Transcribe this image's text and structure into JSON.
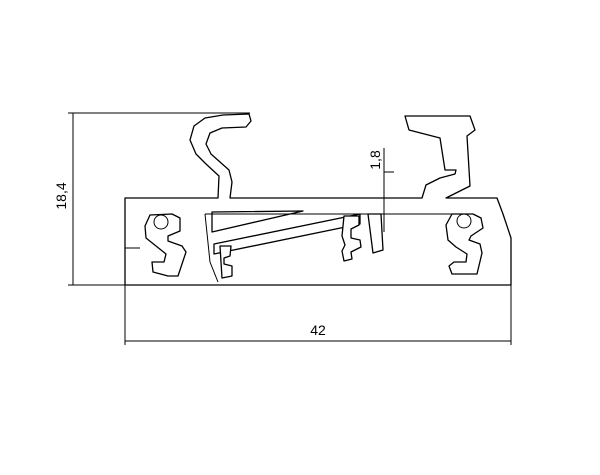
{
  "drawing": {
    "dimensions": {
      "height": "18,4",
      "width": "42",
      "wall_thickness": "1,8"
    },
    "colors": {
      "line": "#000000",
      "background": "#ffffff"
    }
  }
}
